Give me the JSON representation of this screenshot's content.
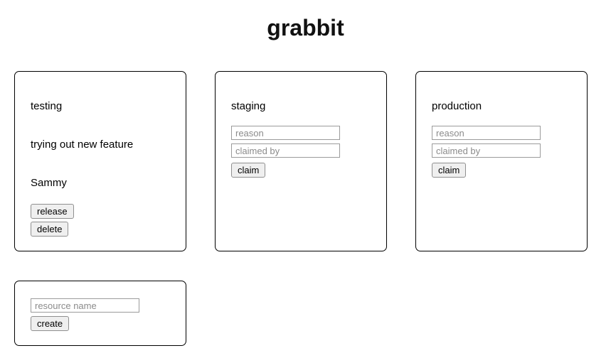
{
  "app": {
    "title": "grabbit"
  },
  "resources": [
    {
      "name": "testing",
      "state": "claimed",
      "reason": "trying out new feature",
      "claimed_by": "Sammy",
      "buttons": {
        "release": "release",
        "delete": "delete"
      }
    },
    {
      "name": "staging",
      "state": "available",
      "inputs": {
        "reason_placeholder": "reason",
        "claimed_by_placeholder": "claimed by"
      },
      "buttons": {
        "claim": "claim"
      }
    },
    {
      "name": "production",
      "state": "available",
      "inputs": {
        "reason_placeholder": "reason",
        "claimed_by_placeholder": "claimed by"
      },
      "buttons": {
        "claim": "claim"
      }
    }
  ],
  "create_form": {
    "name_placeholder": "resource name",
    "submit_label": "create"
  },
  "colors": {
    "card_border": "#000000",
    "button_background": "#efefef",
    "button_border": "#8f8f8f",
    "input_border": "#9b9b9b",
    "placeholder_text": "#8b8b8b"
  }
}
